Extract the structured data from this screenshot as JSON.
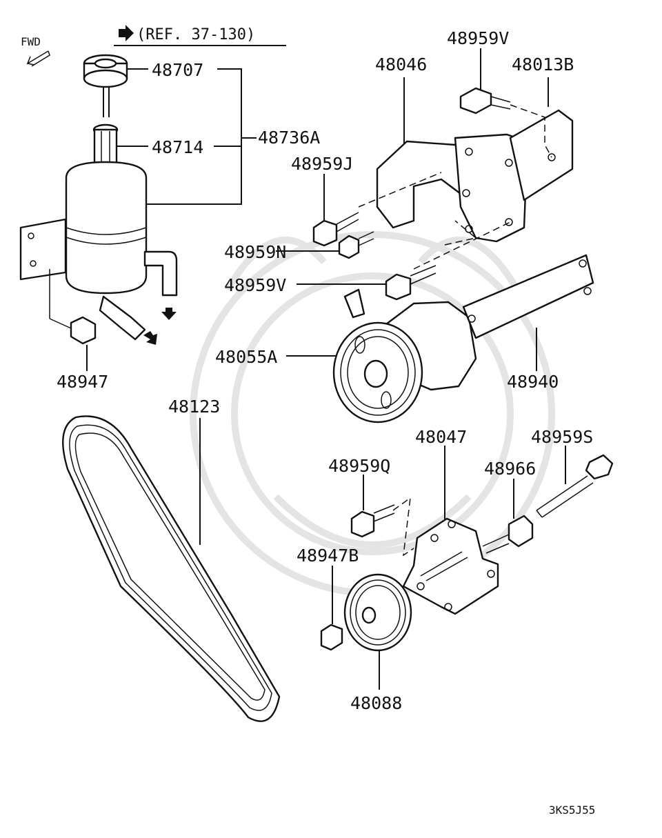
{
  "diagram": {
    "fwd_label": "FWD",
    "ref_label": "(REF. 37-130)",
    "catalog_code": "3KS5J55",
    "parts": {
      "p48707": "48707",
      "p48714": "48714",
      "p48736A": "48736A",
      "p48946": "48046",
      "p48959V_top": "48959V",
      "p48013B": "48013B",
      "p48959J": "48959J",
      "p48959N": "48959N",
      "p48959V_mid": "48959V",
      "p48055A": "48055A",
      "p48940": "48940",
      "p48947": "48947",
      "p48123": "48123",
      "p48047": "48047",
      "p48959S": "48959S",
      "p48959Q": "48959Q",
      "p48966": "48966",
      "p48947B": "48947B",
      "p48088": "48088"
    }
  }
}
